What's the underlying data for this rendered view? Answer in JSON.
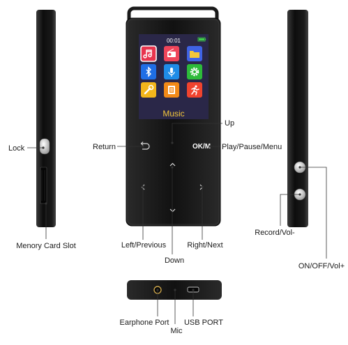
{
  "screen": {
    "time": "00:01",
    "mode_label": "Music",
    "apps": [
      {
        "icon": "music-note-icon",
        "color": "#e8344e"
      },
      {
        "icon": "radio-icon",
        "color": "#f0455a"
      },
      {
        "icon": "folder-icon",
        "color": "#3f63e6"
      },
      {
        "icon": "bluetooth-icon",
        "color": "#1f6ee6"
      },
      {
        "icon": "microphone-icon",
        "color": "#1f8ce8"
      },
      {
        "icon": "gear-icon",
        "color": "#2dbb3a"
      },
      {
        "icon": "wrench-icon",
        "color": "#f2b51b"
      },
      {
        "icon": "ebook-icon",
        "color": "#f28a18"
      },
      {
        "icon": "running-man-icon",
        "color": "#f0432e"
      }
    ],
    "screen_bg_color": "#2a2748",
    "label_color": "#f3c63a",
    "battery_color": "#3fd14a"
  },
  "touch_panel": {
    "ok_label": "OK/M"
  },
  "labels": {
    "lock": "Lock",
    "memory_card_slot": "Menory Card Slot",
    "return": "Return",
    "up": "Up",
    "play_pause_menu": "Play/Pause/Menu",
    "left_previous": "Left/Previous",
    "right_next": "Right/Next",
    "down": "Down",
    "record_vol": "Record/Vol-",
    "on_off_vol": "ON/OFF/Vol+",
    "earphone_port": "Earphone Port",
    "mic": "Mic",
    "usb_port": "USB PORT"
  }
}
